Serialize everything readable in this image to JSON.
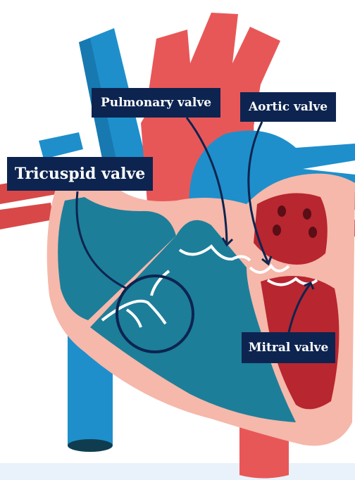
{
  "labels": {
    "pulmonary": "Pulmonary valve",
    "aortic": "Aortic valve",
    "tricuspid": "Tricuspid valve",
    "mitral": "Mitral valve"
  },
  "colors": {
    "label_bg": "#0d2450",
    "label_text": "#ffffff",
    "blood_blue": "#1e8fcb",
    "chamber_teal": "#1d7e99",
    "blood_red": "#e85757",
    "chamber_dark_red": "#b8262f",
    "heart_wall_pink": "#f5b8aa",
    "background_band": "#e9f1fb"
  }
}
